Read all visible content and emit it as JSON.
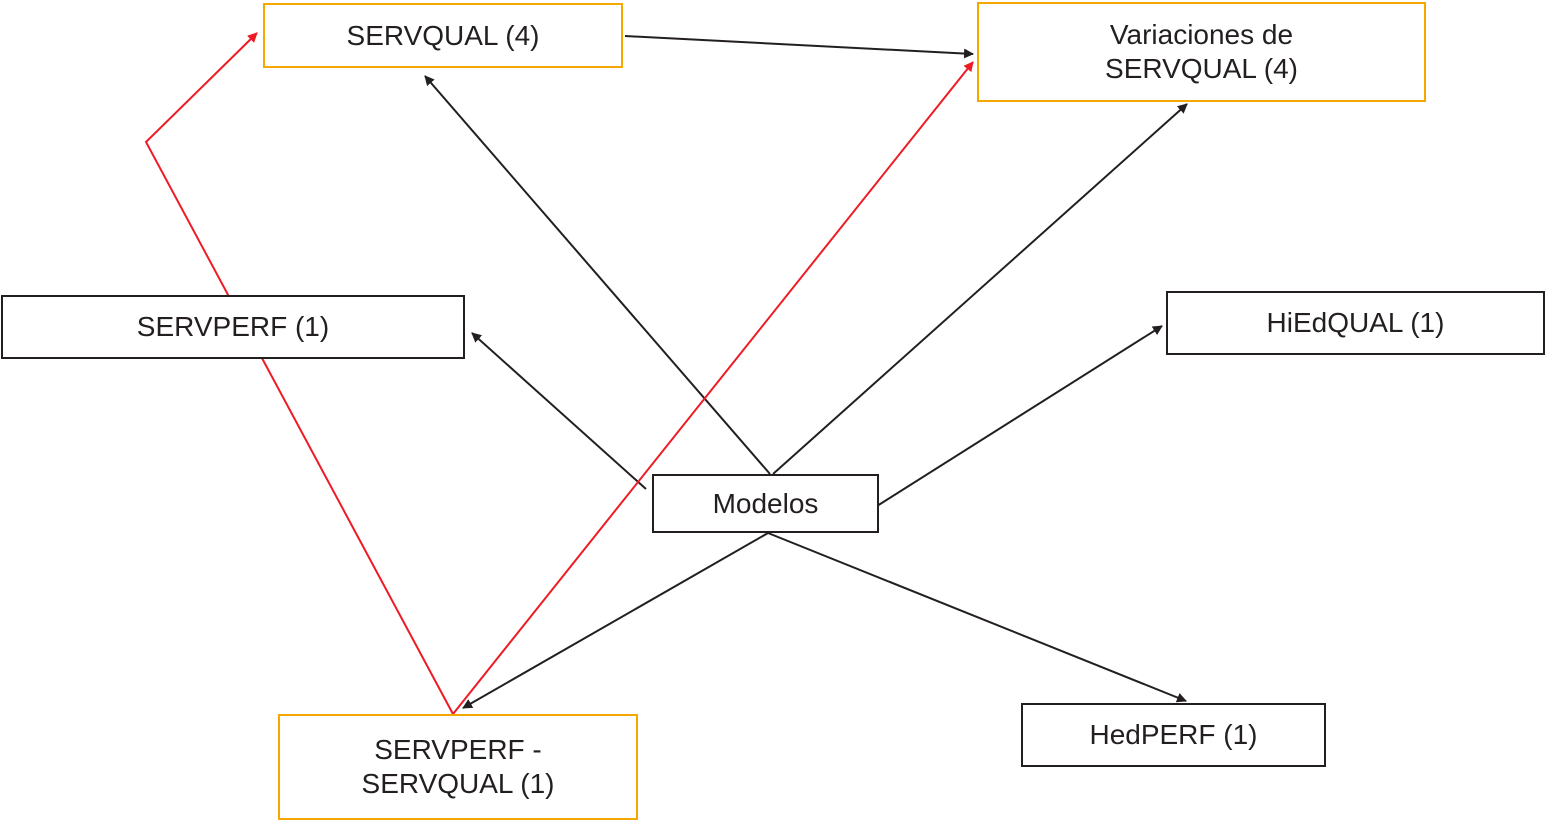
{
  "diagram": {
    "colors": {
      "box_border_default": "#231f20",
      "box_border_highlight": "#f5a800",
      "arrow_default": "#231f20",
      "arrow_highlight": "#ed1c24",
      "background": "#ffffff"
    },
    "nodes": {
      "servqual": {
        "label": "SERVQUAL (4)"
      },
      "variaciones": {
        "label": "Variaciones de\nSERVQUAL (4)"
      },
      "servperf": {
        "label": "SERVPERF (1)"
      },
      "hiedqual": {
        "label": "HiEdQUAL (1)"
      },
      "modelos": {
        "label": "Modelos"
      },
      "servperf_servqual": {
        "label": "SERVPERF -\nSERVQUAL (1)"
      },
      "hedperf": {
        "label": "HedPERF (1)"
      }
    },
    "edges": [
      {
        "from": "modelos",
        "to": "servqual",
        "color": "black"
      },
      {
        "from": "modelos",
        "to": "variaciones",
        "color": "black"
      },
      {
        "from": "modelos",
        "to": "servperf",
        "color": "black"
      },
      {
        "from": "modelos",
        "to": "hiedqual",
        "color": "black"
      },
      {
        "from": "modelos",
        "to": "servperf_servqual",
        "color": "black"
      },
      {
        "from": "modelos",
        "to": "hedperf",
        "color": "black"
      },
      {
        "from": "servqual",
        "to": "variaciones",
        "color": "black"
      },
      {
        "from": "servperf_servqual",
        "to": "servqual",
        "color": "red"
      },
      {
        "from": "servperf_servqual",
        "to": "variaciones",
        "color": "red"
      }
    ]
  }
}
